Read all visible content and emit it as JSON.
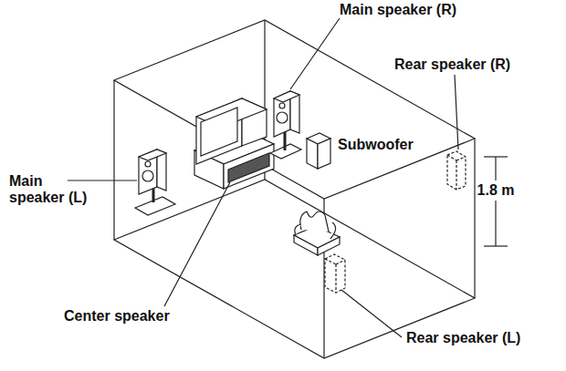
{
  "diagram": {
    "labels": [
      "Main speaker (R)",
      "Rear speaker (R)",
      "Subwoofer",
      "1.8 m",
      "Main speaker (L)",
      "Center speaker",
      "Rear speaker (L)"
    ]
  }
}
